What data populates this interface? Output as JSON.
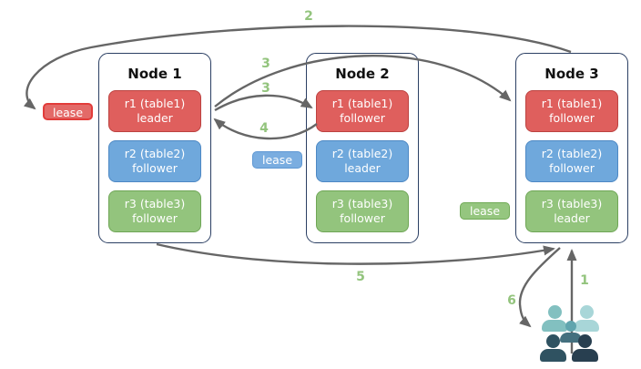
{
  "nodes": [
    {
      "title": "Node 1",
      "replicas": [
        {
          "name": "r1 (table1)",
          "role": "leader",
          "color": "#df5f5d"
        },
        {
          "name": "r2 (table2)",
          "role": "follower",
          "color": "#6fa8dc"
        },
        {
          "name": "r3 (table3)",
          "role": "follower",
          "color": "#93c47d"
        }
      ]
    },
    {
      "title": "Node 2",
      "replicas": [
        {
          "name": "r1 (table1)",
          "role": "follower",
          "color": "#df5f5d"
        },
        {
          "name": "r2 (table2)",
          "role": "leader",
          "color": "#6fa8dc"
        },
        {
          "name": "r3 (table3)",
          "role": "follower",
          "color": "#93c47d"
        }
      ]
    },
    {
      "title": "Node 3",
      "replicas": [
        {
          "name": "r1 (table1)",
          "role": "follower",
          "color": "#df5f5d"
        },
        {
          "name": "r2 (table2)",
          "role": "follower",
          "color": "#6fa8dc"
        },
        {
          "name": "r3 (table3)",
          "role": "leader",
          "color": "#93c47d"
        }
      ]
    }
  ],
  "leases": [
    {
      "label": "lease",
      "color": "#e36a68"
    },
    {
      "label": "lease",
      "color": "#7aade0"
    },
    {
      "label": "lease",
      "color": "#95c67f"
    }
  ],
  "steps": [
    {
      "label": "1"
    },
    {
      "label": "2"
    },
    {
      "label": "3"
    },
    {
      "label": "3"
    },
    {
      "label": "4"
    },
    {
      "label": "5"
    },
    {
      "label": "6"
    }
  ],
  "icons": {
    "users": "users-group-icon"
  },
  "colors": {
    "arrow": "#666666",
    "step_label": "#93c47d",
    "node_border": "#2b3f63",
    "replica_red": "#df5f5d",
    "replica_blue": "#6fa8dc",
    "replica_green": "#93c47d",
    "users_teal_light": "#a8d6d8",
    "users_teal": "#82c0c0",
    "users_navy": "#283f50"
  }
}
